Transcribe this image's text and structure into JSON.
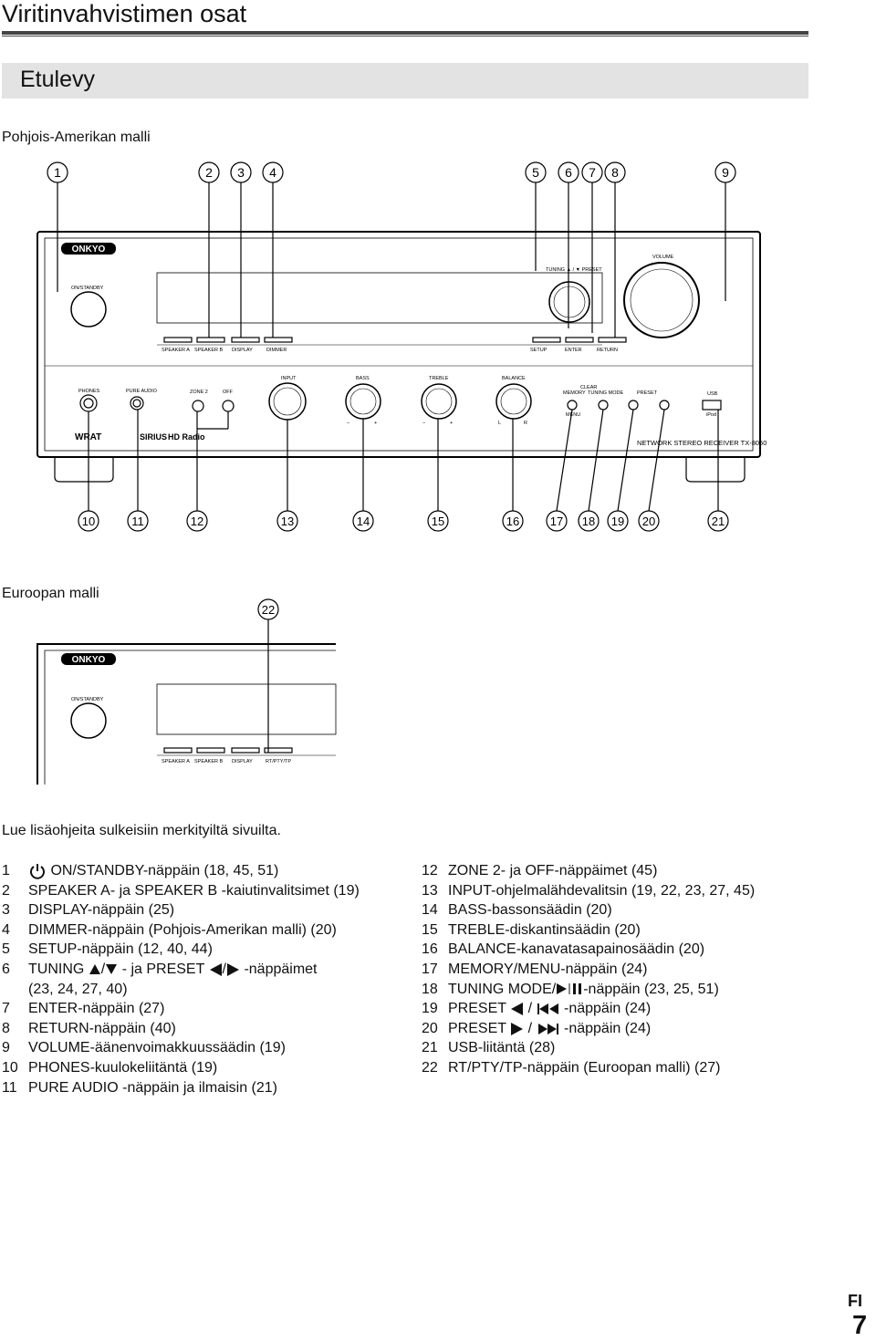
{
  "page": {
    "title": "Viritinvahvistimen osat",
    "section": "Etulevy",
    "model_na": "Pohjois-Amerikan malli",
    "model_eu": "Euroopan malli",
    "note": "Lue lisäohjeita sulkeisiin merkityiltä sivuilta.",
    "lang_code": "FI",
    "page_number": "7"
  },
  "callouts": {
    "top": [
      "1",
      "2",
      "3",
      "4",
      "5",
      "6",
      "7",
      "8",
      "9"
    ],
    "bottom": [
      "10",
      "11",
      "12",
      "13",
      "14",
      "15",
      "16",
      "17",
      "18",
      "19",
      "20",
      "21"
    ],
    "eu": "22"
  },
  "panel": {
    "brand": "ONKYO",
    "on_standby": "ON/STANDBY",
    "tuning_preset": "TUNING ▲ / ▼ PRESET",
    "volume": "VOLUME",
    "speaker_a": "SPEAKER A",
    "speaker_b": "SPEAKER B",
    "display": "DISPLAY",
    "dimmer": "DIMMER",
    "setup": "SETUP",
    "enter": "ENTER",
    "return": "RETURN",
    "phones": "PHONES",
    "pure_audio": "PURE AUDIO",
    "zone2": "ZONE 2",
    "off": "OFF",
    "input": "INPUT",
    "bass": "BASS",
    "treble": "TREBLE",
    "balance": "BALANCE",
    "clear": "CLEAR",
    "memory": "MEMORY",
    "tuning_mode": "TUNING MODE",
    "preset": "PRESET",
    "usb": "USB",
    "menu": "MENU",
    "ipod": "iPod",
    "minus": "−",
    "plus": "+",
    "l": "L",
    "r": "R",
    "model_line": "NETWORK STEREO RECEIVER  TX-8050",
    "logo_wrat": "WRAT",
    "logo_sirius": "SIRIUS",
    "logo_hd": "HD Radio",
    "rt_pty_tp": "RT/PTY/TP"
  },
  "left_list": [
    {
      "n": "1",
      "t": "ON/STANDBY-näppäin (18, 45, 51)"
    },
    {
      "n": "2",
      "t": "SPEAKER A- ja SPEAKER B -kaiutinvalitsimet (19)"
    },
    {
      "n": "3",
      "t": "DISPLAY-näppäin (25)"
    },
    {
      "n": "4",
      "t": "DIMMER-näppäin (Pohjois-Amerikan malli) (20)"
    },
    {
      "n": "5",
      "t": "SETUP-näppäin (12, 40, 44)"
    },
    {
      "n": "6",
      "a": "TUNING",
      "b": "/",
      "c": "- ja PRESET",
      "d": "/",
      "e": "-näppäimet"
    },
    {
      "n": "",
      "t": "(23, 24, 27, 40)"
    },
    {
      "n": "7",
      "t": "ENTER-näppäin (27)"
    },
    {
      "n": "8",
      "t": "RETURN-näppäin (40)"
    },
    {
      "n": "9",
      "t": "VOLUME-äänenvoimakkuussäädin (19)"
    },
    {
      "n": "10",
      "t": "PHONES-kuulokeliitäntä (19)"
    },
    {
      "n": "11",
      "t": "PURE AUDIO -näppäin ja ilmaisin (21)"
    }
  ],
  "right_list": [
    {
      "n": "12",
      "t": "ZONE 2- ja OFF-näppäimet (45)"
    },
    {
      "n": "13",
      "t": "INPUT-ohjelmalähdevalitsin (19, 22, 23, 27, 45)"
    },
    {
      "n": "14",
      "t": "BASS-bassonsäädin (20)"
    },
    {
      "n": "15",
      "t": "TREBLE-diskantinsäädin (20)"
    },
    {
      "n": "16",
      "t": "BALANCE-kanavatasapainosäädin (20)"
    },
    {
      "n": "17",
      "t": "MEMORY/MENU-näppäin (24)"
    },
    {
      "n": "18",
      "a": "TUNING MODE/",
      "b": "-näppäin (23, 25, 51)"
    },
    {
      "n": "19",
      "a": "PRESET",
      "b": "/",
      "c": "-näppäin (24)"
    },
    {
      "n": "20",
      "a": "PRESET",
      "b": "/",
      "c": "-näppäin (24)"
    },
    {
      "n": "21",
      "t": "USB-liitäntä (28)"
    },
    {
      "n": "22",
      "t": "RT/PTY/TP-näppäin (Euroopan malli) (27)"
    }
  ]
}
